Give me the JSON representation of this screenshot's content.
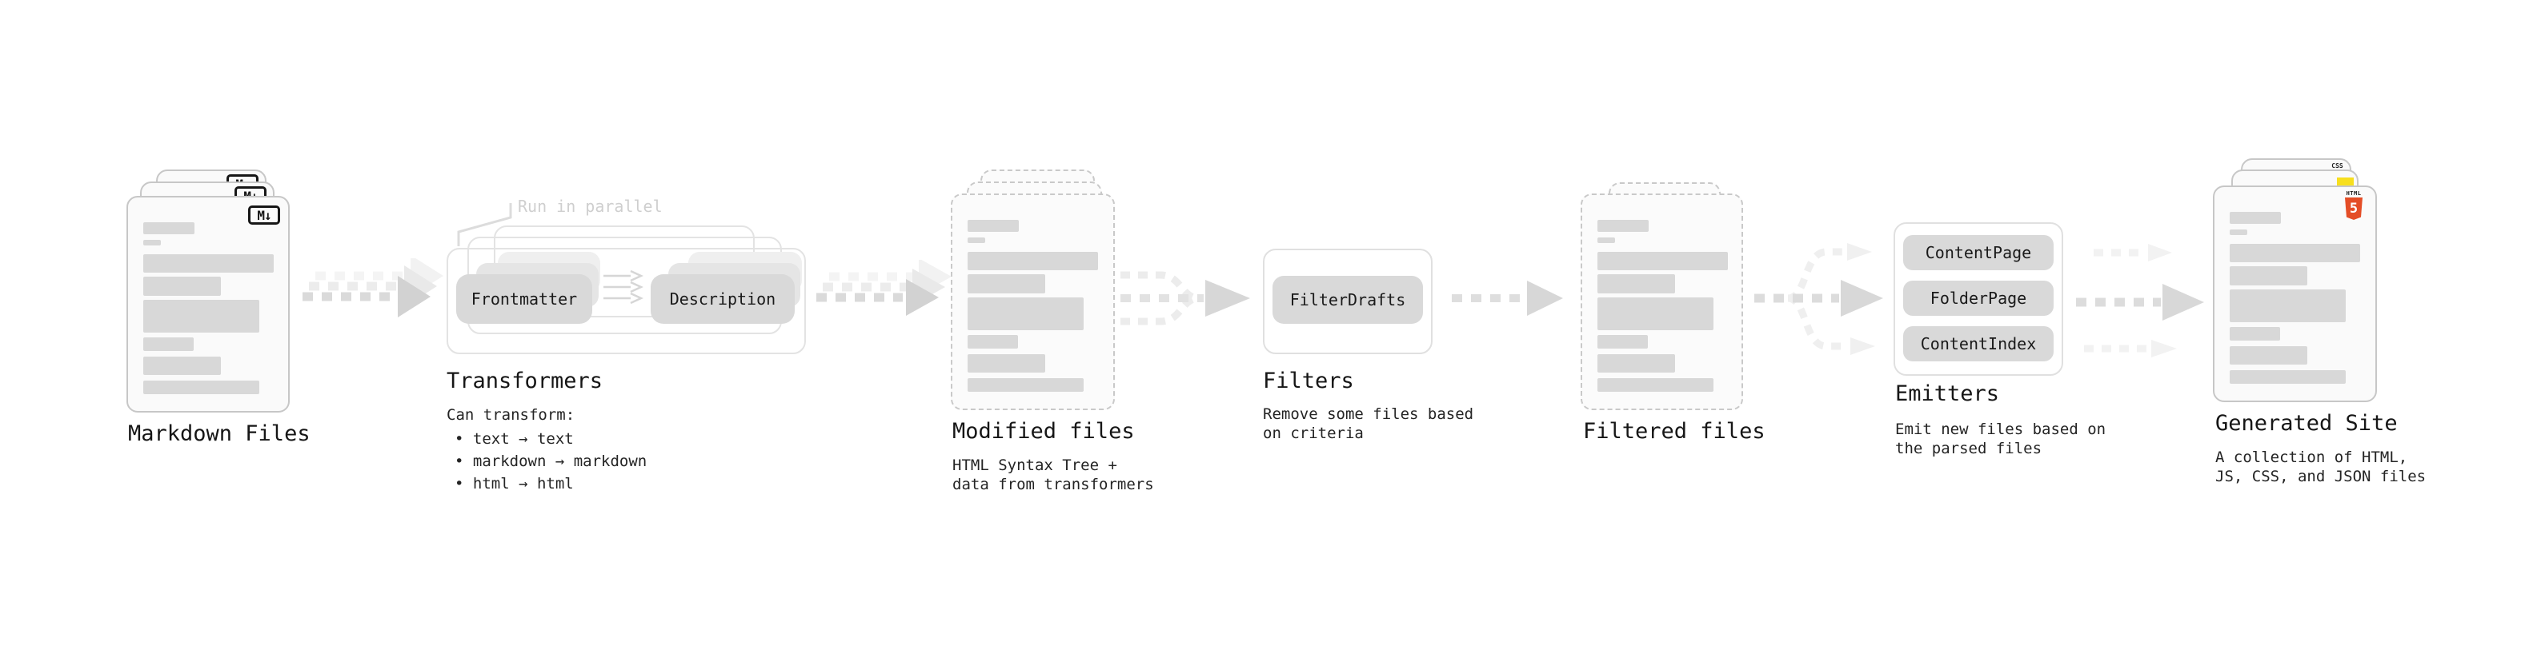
{
  "stages": {
    "markdown": {
      "title": "Markdown Files",
      "badge": "M↓"
    },
    "transformers": {
      "title": "Transformers",
      "note": "Run in parallel",
      "chips": [
        "Frontmatter",
        "Description"
      ],
      "desc_heading": "Can transform:",
      "bullets": [
        "• text → text",
        "• markdown → markdown",
        "• html → html"
      ]
    },
    "modified": {
      "title": "Modified files",
      "desc": "HTML Syntax Tree +\ndata from transformers"
    },
    "filters": {
      "title": "Filters",
      "chip": "FilterDrafts",
      "desc": "Remove some files based\non criteria"
    },
    "filtered": {
      "title": "Filtered files"
    },
    "emitters": {
      "title": "Emitters",
      "chips": [
        "ContentPage",
        "FolderPage",
        "ContentIndex"
      ],
      "desc": "Emit new files based on\nthe parsed files"
    },
    "generated": {
      "title": "Generated Site",
      "desc": "A collection of HTML,\nJS, CSS, and JSON files",
      "badges": {
        "css": "CSS",
        "html_label": "HTML",
        "html_number": "5"
      }
    }
  },
  "colors": {
    "html5_orange": "#e44d26",
    "js_yellow": "#f7df1e",
    "css_blue": "#2965f1"
  }
}
